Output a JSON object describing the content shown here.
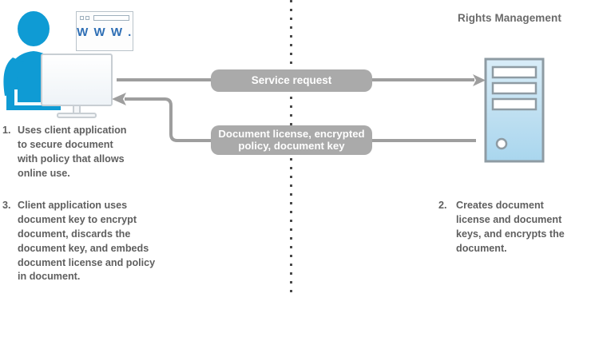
{
  "diagram": {
    "title": "Rights Management",
    "divider": {
      "style": "dotted-vertical"
    },
    "colors": {
      "person": "#0f9bd4",
      "pill": "#aaaaaa",
      "arrow": "#9e9e9e",
      "text": "#5f5f5f",
      "server_body": "#bfe1f2",
      "browser_text": "#2f6fb5"
    },
    "client": {
      "person_icon": "person-silhouette-icon",
      "monitor_icon": "desktop-monitor-icon",
      "browser": {
        "icon": "browser-window-icon",
        "address_text": "W W W ."
      }
    },
    "server": {
      "icon": "server-tower-icon",
      "bays": 3,
      "power_button": "power-button-icon"
    },
    "messages": [
      {
        "id": "service-request",
        "label": "Service request",
        "direction": "client-to-server"
      },
      {
        "id": "document-license",
        "label": "Document license, encrypted\npolicy, document key",
        "direction": "server-to-client"
      }
    ],
    "steps": [
      {
        "number": "1.",
        "text": "Uses client application\nto secure document\nwith policy that allows\nonline use."
      },
      {
        "number": "2.",
        "text": "Creates document\nlicense and document\nkeys, and encrypts the\ndocument."
      },
      {
        "number": "3.",
        "text": "Client application uses\ndocument key to encrypt\ndocument, discards the\ndocument key, and embeds\ndocument license and policy\nin document."
      }
    ]
  }
}
